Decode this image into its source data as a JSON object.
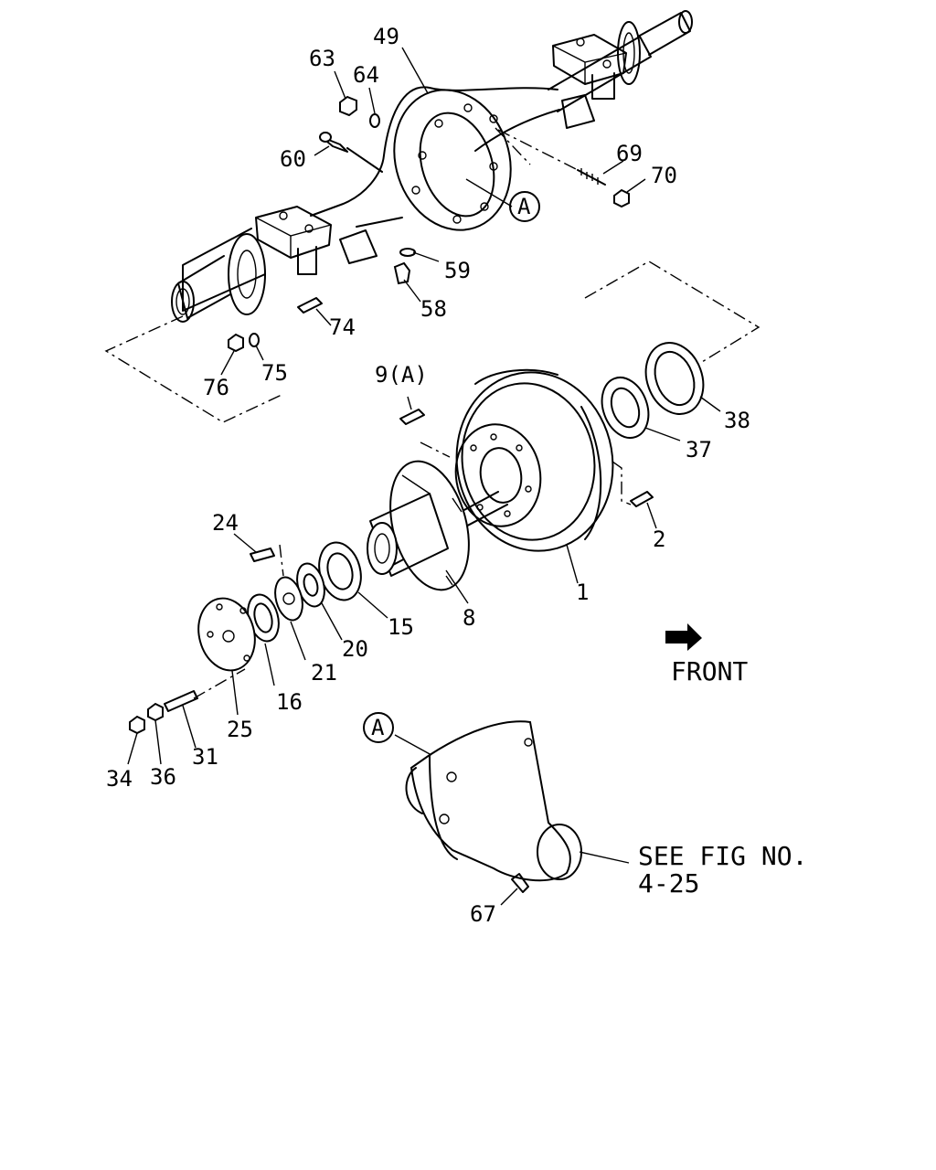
{
  "labels": {
    "p49": "49",
    "p63": "63",
    "p64": "64",
    "p60": "60",
    "p69": "69",
    "p70": "70",
    "pA1": "A",
    "p59": "59",
    "p58": "58",
    "p74": "74",
    "p75": "75",
    "p76": "76",
    "p9": "9(A)",
    "p38": "38",
    "p37": "37",
    "p2": "2",
    "p1": "1",
    "p8": "8",
    "p15": "15",
    "p20": "20",
    "p21": "21",
    "p16": "16",
    "p25": "25",
    "p24": "24",
    "p31": "31",
    "p36": "36",
    "p34": "34",
    "pA2": "A",
    "p67": "67"
  },
  "front_label": "FRONT",
  "see_fig": {
    "line1": "SEE FIG NO.",
    "line2": "4-25"
  }
}
